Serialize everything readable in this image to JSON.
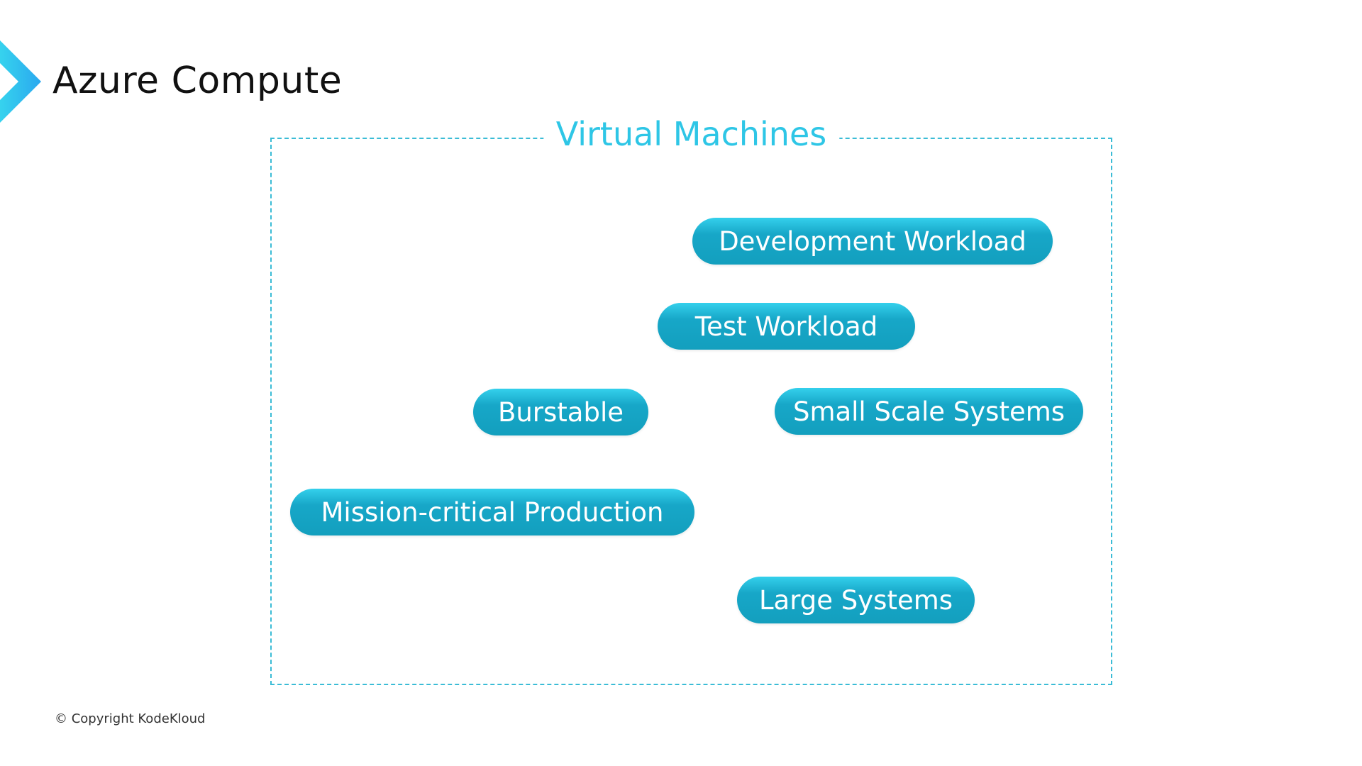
{
  "header": {
    "title": "Azure Compute"
  },
  "section": {
    "title": "Virtual Machines"
  },
  "workloads": [
    {
      "label": "Development Workload"
    },
    {
      "label": "Test Workload"
    },
    {
      "label": "Burstable"
    },
    {
      "label": "Small Scale Systems"
    },
    {
      "label": "Mission-critical Production"
    },
    {
      "label": "Large Systems"
    }
  ],
  "footer": {
    "copyright": "© Copyright KodeKloud"
  },
  "colors": {
    "accent": "#2ec6e6",
    "pill": "#17a7c8"
  }
}
